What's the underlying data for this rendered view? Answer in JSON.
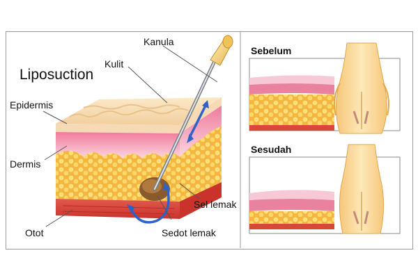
{
  "diagram": {
    "title": "Liposuction",
    "labels": {
      "kanula": "Kanula",
      "kulit": "Kulit",
      "epidermis": "Epidermis",
      "dermis": "Dermis",
      "otot": "Otot",
      "sel_lemak": "Sel lemak",
      "sedot_lemak": "Sedot lemak"
    },
    "panels": {
      "before": "Sebelum",
      "after": "Sesudah"
    }
  }
}
